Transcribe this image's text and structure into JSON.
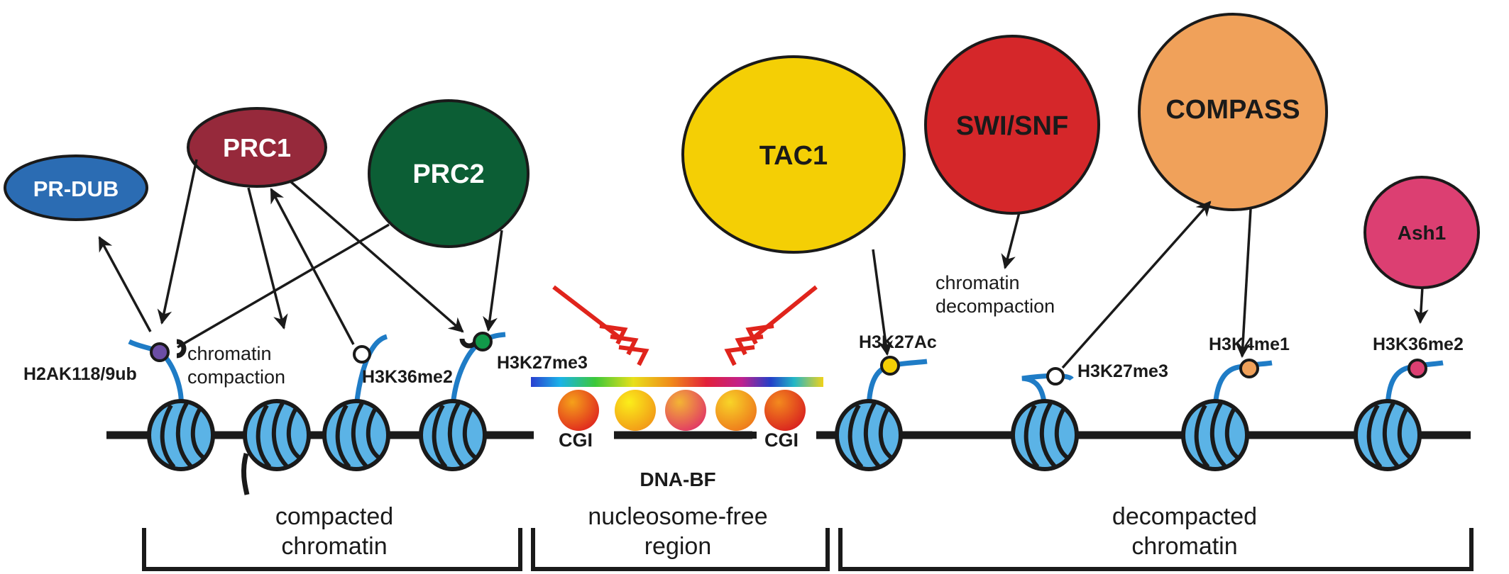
{
  "complexes": {
    "pr_dub": "PR-DUB",
    "prc1": "PRC1",
    "prc2": "PRC2",
    "tac1": "TAC1",
    "swi_snf": "SWI/SNF",
    "compass": "COMPASS",
    "ash1": "Ash1"
  },
  "marks": {
    "h2ak118": "H2AK118/9ub",
    "h3k36me2_left": "H3K36me2",
    "h3k27me3_left": "H3K27me3",
    "h3k27ac": "H3K27Ac",
    "h3k27me3_right": "H3K27me3",
    "h3k4me1": "H3K4me1",
    "h3k36me2_right": "H3K36me2"
  },
  "notes": {
    "compaction_line1": "chromatin",
    "compaction_line2": "compaction",
    "decompaction_line1": "chromatin",
    "decompaction_line2": "decompaction"
  },
  "cgi": {
    "left": "CGI",
    "right": "CGI",
    "dna_bf": "DNA-BF"
  },
  "regions": {
    "compacted_line1": "compacted",
    "compacted_line2": "chromatin",
    "nfr_line1": "nucleosome-free",
    "nfr_line2": "region",
    "decompacted_line1": "decompacted",
    "decompacted_line2": "chromatin"
  },
  "colors": {
    "pr_dub": "#2b6cb3",
    "prc1": "#96293b",
    "prc2": "#0c5e35",
    "tac1": "#f4cf05",
    "swi_snf": "#d5272a",
    "compass": "#f0a15a",
    "ash1": "#dc3f72",
    "nucleosome": "#5bb3e6",
    "tail": "#1f7cc6",
    "arrow_red": "#e0241c"
  }
}
